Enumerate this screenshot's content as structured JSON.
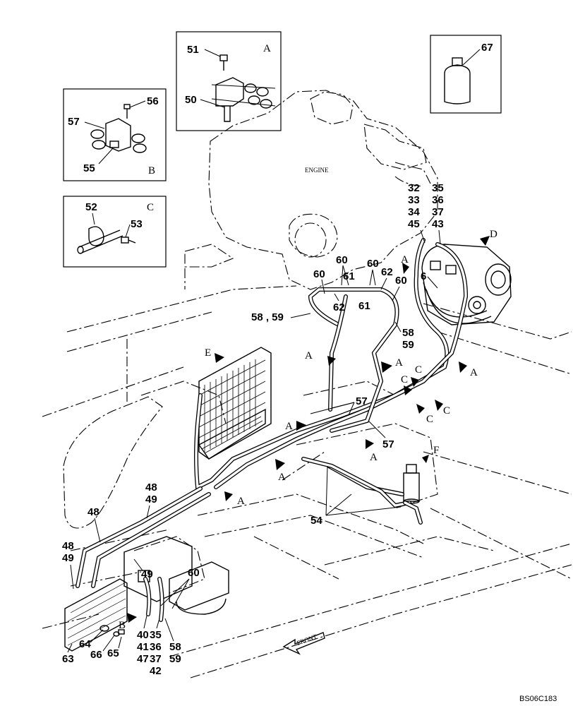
{
  "engine_label": "ENGINE",
  "front_label": "FRONT",
  "figure_code": "BS06C183",
  "detail_A": {
    "letter": "A",
    "parts": [
      "51",
      "50"
    ]
  },
  "detail_B": {
    "letter": "B",
    "parts": [
      "56",
      "57",
      "55"
    ]
  },
  "detail_C": {
    "letter": "C",
    "parts": [
      "52",
      "53"
    ]
  },
  "detail_67": {
    "part": "67"
  },
  "callouts": {
    "c32": "32",
    "c33": "33",
    "c34": "34",
    "c45": "45",
    "c35": "35",
    "c36": "36",
    "c37": "37",
    "c43": "43",
    "c6": "6",
    "c60a": "60",
    "c60b": "60",
    "c60c": "60",
    "c60d": "60",
    "c60e": "60",
    "c61a": "61",
    "c61b": "61",
    "c62a": "62",
    "c62b": "62",
    "c58_59": "58 , 59",
    "c58": "58",
    "c59": "59",
    "c57a": "57",
    "c57b": "57",
    "c54": "54",
    "c48a": "48",
    "c49a": "49",
    "c48b": "48",
    "c48c": "48",
    "c49c": "49",
    "c49d": "49",
    "c40": "40",
    "c41": "41",
    "c47": "47",
    "c35b": "35",
    "c36b": "36",
    "c37b": "37",
    "c42": "42",
    "c58b": "58",
    "c59b": "59",
    "c63": "63",
    "c64": "64",
    "c66": "66",
    "c65": "65"
  },
  "view_arrows": {
    "A1": "A",
    "A2": "A",
    "A3": "A",
    "A4": "A",
    "A5": "A",
    "A6": "A",
    "A7": "A",
    "B": "B",
    "C1": "C",
    "C2": "C",
    "C3": "C",
    "C4": "C",
    "D": "D",
    "E": "E",
    "F": "F"
  }
}
